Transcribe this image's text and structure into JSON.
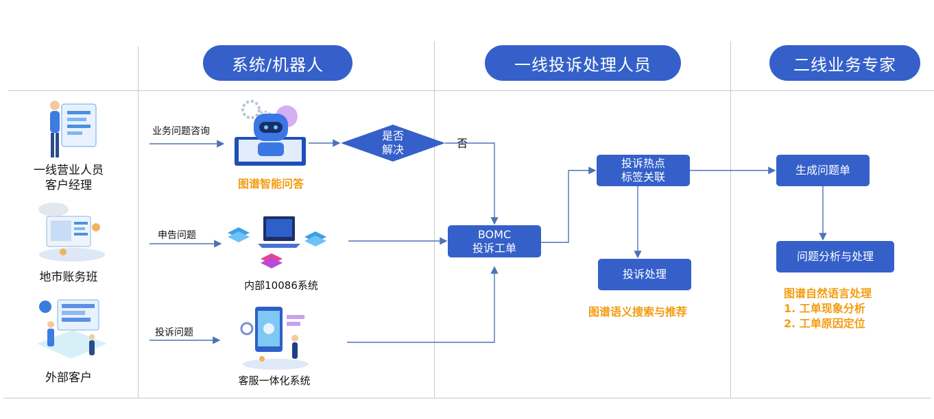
{
  "lanes": {
    "system": "系统/机器人",
    "frontline": "一线投诉处理人员",
    "expert": "二线业务专家"
  },
  "actors": {
    "staff_line1": "一线营业人员",
    "staff_line2": "客户经理",
    "finance": "地市账务班",
    "customer": "外部客户"
  },
  "flows": {
    "consult": "业务问题咨询",
    "declare": "申告问题",
    "complaint": "投诉问题",
    "no": "否"
  },
  "systems": {
    "qa": "图谱智能问答",
    "internal": "内部10086系统",
    "service": "客服一体化系统"
  },
  "decision": {
    "line1": "是否",
    "line2": "解决"
  },
  "boxes": {
    "bomc_line1": "BOMC",
    "bomc_line2": "投诉工单",
    "hotspot_line1": "投诉热点",
    "hotspot_line2": "标签关联",
    "handle": "投诉处理",
    "generate": "生成问题单",
    "analysis": "问题分析与处理"
  },
  "notes": {
    "semantic": "图谱语义搜索与推荐",
    "nlp_title": "图谱自然语言处理",
    "nlp_item1": "1. 工单现象分析",
    "nlp_item2": "2. 工单原因定位"
  },
  "colors": {
    "primary": "#3560c9",
    "accent": "#f39c12",
    "arrow": "#4a74b5"
  }
}
